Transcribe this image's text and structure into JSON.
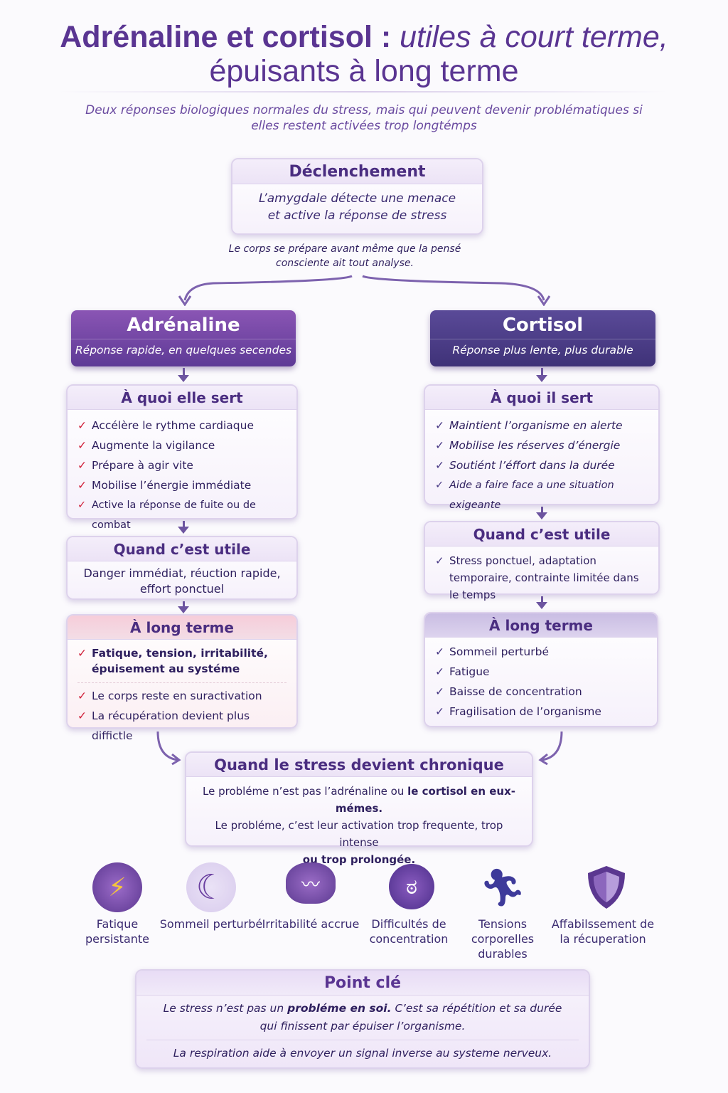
{
  "title": {
    "bold": "Adrénaline et cortisol :",
    "italic": "utiles à court terme,",
    "line2": "épuisants à long terme"
  },
  "subtitle": "Deux réponses biologiques normales du stress, mais qui peuvent devenir problématiques si elles restent activées trop longtémps",
  "trigger": {
    "title": "Déclenchement",
    "line1": "L’amygdale détecte une menace",
    "line2": "et active la réponse de stress",
    "note": "Le corps se prépare avant même que la pensé consciente ait tout analyse."
  },
  "adrenaline": {
    "name": "Adrénaline",
    "subtitle": "Réponse rapide, en quelques secendes",
    "role_title": "À quoi elle sert",
    "roles": [
      "Accélère le rythme cardiaque",
      "Augmente la vigilance",
      "Prépare à agir vite",
      "Mobilise l’énergie immédiate",
      "Active la réponse de fuite ou de combat"
    ],
    "useful_title": "Quand c’est utile",
    "useful": "Danger immédiat, réuction rapide, effort ponctuel",
    "long_title": "À long terme",
    "long": [
      "Fatique, tension, irritabilité, épuisement au systéme",
      "Le corps reste en suractivation",
      "La récupération devient plus diffictle"
    ]
  },
  "cortisol": {
    "name": "Cortisol",
    "subtitle": "Réponse plus lente, plus durable",
    "role_title": "À quoi il sert",
    "roles": [
      "Maintient l’organisme en alerte",
      "Mobilise les réserves d’énergie",
      "Soutiént l’éffort dans la durée",
      "Aide a faire face a une situation exigeante"
    ],
    "useful_title": "Quand c’est utile",
    "useful": "Stress ponctuel, adaptation temporaire, contrainte limitée dans le temps",
    "long_title": "À long terme",
    "long": [
      "Sommeil perturbé",
      "Fatigue",
      "Baisse de concentration",
      "Fragilisation de l’organisme"
    ]
  },
  "chronic": {
    "title": "Quand le stress devient chronique",
    "l1a": "Le probléme n’est pas l’adrénaline ou ",
    "l1b": "le cortisol en eux-mémes.",
    "l2a": "Le probléme, c’est leur activation trop frequente, trop intense",
    "l2b": "ou trop prolongée."
  },
  "effects": [
    {
      "icon": "heart-lightning-icon",
      "label": "Fatique persistante"
    },
    {
      "icon": "moon-icon",
      "label": "Sommeil perturbé"
    },
    {
      "icon": "brain-icon",
      "label": "Irritabilité accrue"
    },
    {
      "icon": "frustrated-face-icon",
      "label": "Difficultés de concentration"
    },
    {
      "icon": "running-person-icon",
      "label": "Tensions corporelles durables"
    },
    {
      "icon": "shield-icon",
      "label": "Affabilssement de la récuperation"
    }
  ],
  "key": {
    "title": "Point clé",
    "l1a": "Le stress n’est pas un ",
    "l1b": "probléme en soi.",
    "l1c": " C’est sa répétition et sa durée",
    "l2": "qui finissent par épuiser l’organisme.",
    "l3": "La respiration aide à envoyer un signal inverse au systeme nerveux."
  },
  "colors": {
    "accent": "#5a3592",
    "adrenaline": "#6f3fa0",
    "cortisol": "#46397f",
    "check_red": "#d0213a"
  }
}
